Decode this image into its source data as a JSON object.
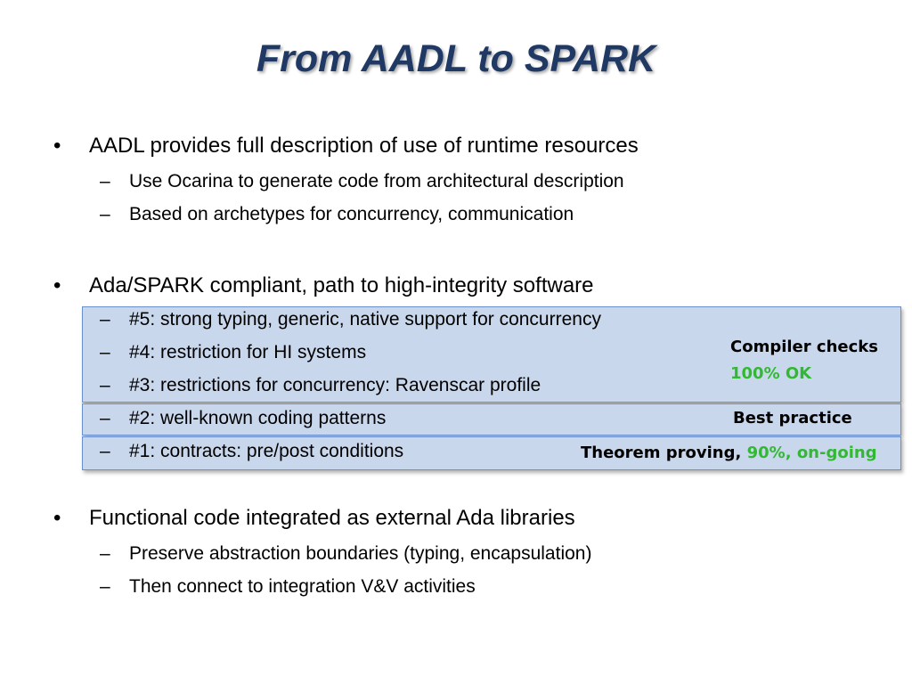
{
  "slide": {
    "title": "From AADL to SPARK"
  },
  "bullets": [
    {
      "marker": "•",
      "text": "AADL provides full description of use of runtime resources",
      "sub": [
        {
          "marker": "–",
          "text": "Use Ocarina to generate code from architectural description"
        },
        {
          "marker": "–",
          "text": "Based on archetypes for concurrency, communication"
        }
      ]
    },
    {
      "marker": "•",
      "text": "Ada/SPARK compliant, path to high-integrity software",
      "sub": [
        {
          "marker": "–",
          "text": "#5: strong typing, generic, native support for concurrency"
        },
        {
          "marker": "–",
          "text": "#4: restriction for HI systems"
        },
        {
          "marker": "–",
          "text": "#3: restrictions for concurrency: Ravenscar profile"
        },
        {
          "marker": "–",
          "text": "#2: well-known coding patterns"
        },
        {
          "marker": "–",
          "text": "#1: contracts: pre/post conditions"
        }
      ]
    },
    {
      "marker": "•",
      "text": "Functional code integrated as external Ada libraries",
      "sub": [
        {
          "marker": "–",
          "text": "Preserve abstraction boundaries (typing, encapsulation)"
        },
        {
          "marker": "–",
          "text": "Then connect to integration V&V activities"
        }
      ]
    }
  ],
  "notes": {
    "compiler_checks": "Compiler checks",
    "compiler_status": "100% OK",
    "best_practice": "Best practice",
    "theorem_proving": "Theorem proving,",
    "theorem_status": "90%, on-going"
  },
  "colors": {
    "title": "#1f3864",
    "highlight_fill": "#c9d7ec",
    "highlight_border": "#6b8fc8",
    "status_green": "#33b833"
  }
}
